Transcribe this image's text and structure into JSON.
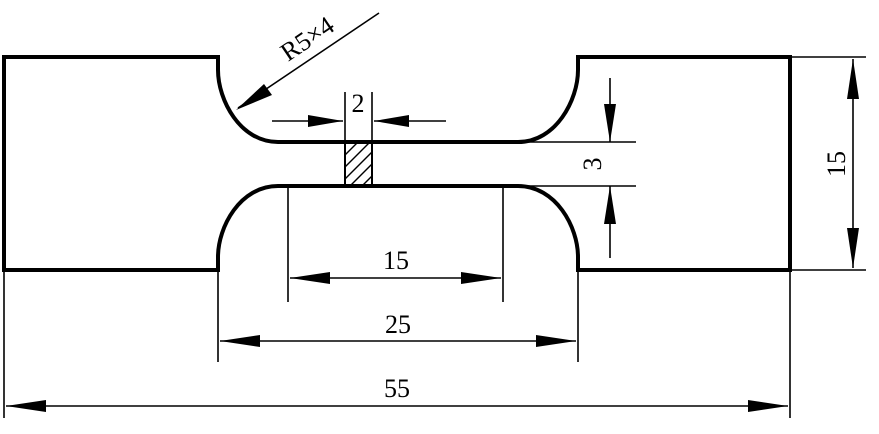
{
  "drawing": {
    "dimensions": {
      "overall_length": "55",
      "parallel_length": "25",
      "gauge_length": "15",
      "grip_width": "15",
      "thickness": "3",
      "notch_width": "2",
      "radius": "R5×4"
    },
    "line_color": "#000000"
  }
}
